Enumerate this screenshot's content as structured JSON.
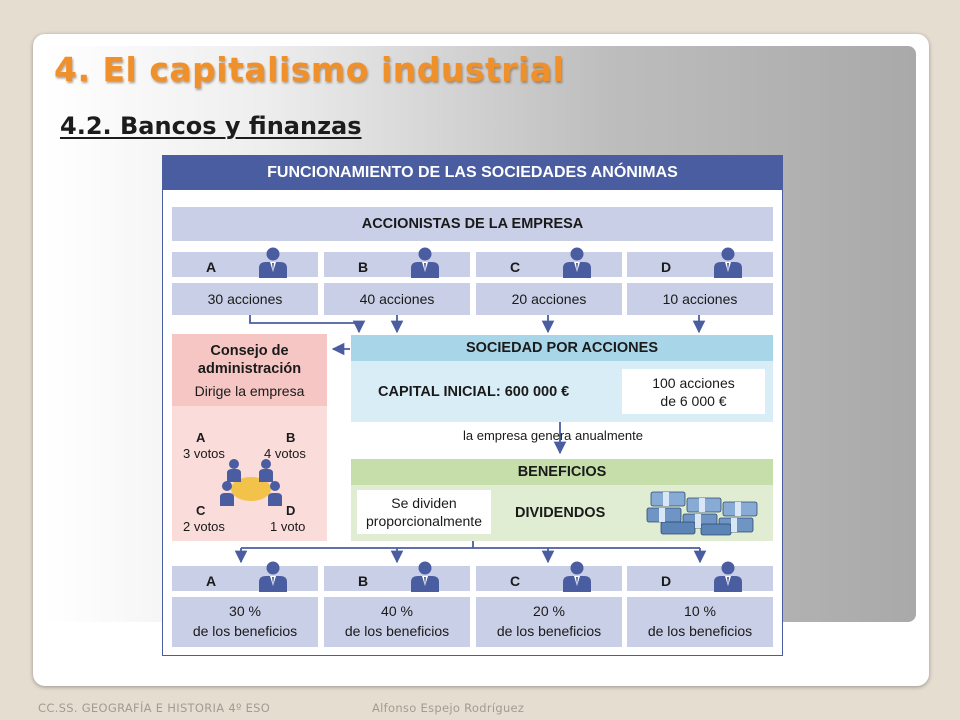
{
  "slide": {
    "title": "4. El capitalismo industrial",
    "subtitle": "4.2. Bancos y finanzas"
  },
  "diagram": {
    "header": "FUNCIONAMIENTO DE LAS SOCIEDADES ANÓNIMAS",
    "shareholders_band": "ACCIONISTAS DE LA EMPRESA",
    "shareholders": [
      {
        "letter": "A",
        "shares": "30 acciones",
        "percent": "30 %",
        "percent_text": "de los beneficios"
      },
      {
        "letter": "B",
        "shares": "40 acciones",
        "percent": "40 %",
        "percent_text": "de los beneficios"
      },
      {
        "letter": "C",
        "shares": "20 acciones",
        "percent": "20 %",
        "percent_text": "de los beneficios"
      },
      {
        "letter": "D",
        "shares": "10 acciones",
        "percent": "10 %",
        "percent_text": "de los beneficios"
      }
    ],
    "consejo": {
      "title_line1": "Consejo de",
      "title_line2": "administración",
      "subtitle": "Dirige la empresa",
      "votes": [
        {
          "letter": "A",
          "votes": "3 votos"
        },
        {
          "letter": "B",
          "votes": "4 votos"
        },
        {
          "letter": "C",
          "votes": "2 votos"
        },
        {
          "letter": "D",
          "votes": "1 voto"
        }
      ]
    },
    "sociedad": {
      "title": "SOCIEDAD POR ACCIONES",
      "capital": "CAPITAL INICIAL: 600 000 €",
      "shares_line1": "100 acciones",
      "shares_line2": "de 6 000 €"
    },
    "flow_label": "la empresa genera anualmente",
    "beneficios": {
      "title": "BENEFICIOS",
      "note_line1": "Se dividen",
      "note_line2": "proporcionalmente",
      "result": "DIVIDENDOS"
    }
  },
  "footer": {
    "left": "CC.SS. GEOGRAFÍA E HISTORIA 4º ESO",
    "right": "Alfonso Espejo Rodríguez"
  },
  "colors": {
    "title_orange": "#f0902b",
    "diagram_blue": "#4a5da1",
    "band_blue": "#c9cfe6",
    "sociedad_blue": "#a8d6e8",
    "consejo_pink": "#f5c6c3",
    "beneficios_green": "#c5deaa"
  }
}
